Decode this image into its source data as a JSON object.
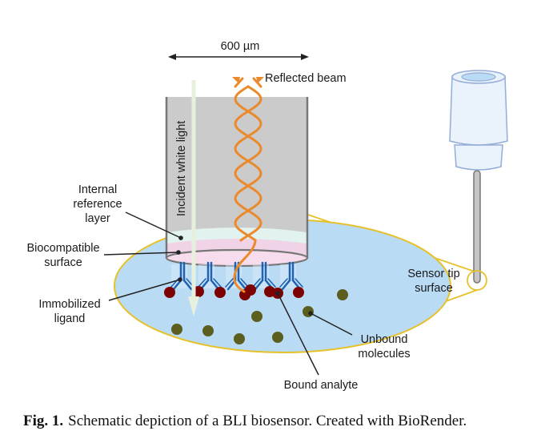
{
  "figure": {
    "scale_label": "600 µm",
    "beam_labels": {
      "reflected": "Reflected beam",
      "incident": "Incident white light"
    },
    "callouts": {
      "internal_reference_layer": [
        "Internal",
        "reference",
        "layer"
      ],
      "biocompatible_surface": [
        "Biocompatible",
        "surface"
      ],
      "immobilized_ligand": [
        "Immobilized",
        "ligand"
      ],
      "bound_analyte": "Bound analyte",
      "unbound_molecules": [
        "Unbound",
        "molecules"
      ],
      "sensor_tip_surface": [
        "Sensor tip",
        "surface"
      ]
    },
    "colors": {
      "well": "#b9dbf4",
      "well_outline": "#e6c12a",
      "fiber": "#cbcbcb",
      "fiber_outline": "#7a7a7a",
      "reference_layer": "#e2f2ee",
      "bio_layer": "#f0d3e6",
      "beam": "#ea8a2c",
      "incident": "#e7f0dc",
      "antibody": "#1e63b3",
      "bound_analyte": "#7d0303",
      "unbound_molecule": "#5b5e1e",
      "sensor_cap": "#eaf2fc",
      "sensor_cap_outline": "#93acd8"
    }
  },
  "caption": {
    "label": "Fig. 1.",
    "text": "Schematic depiction of a BLI biosensor. Created with BioRender."
  }
}
